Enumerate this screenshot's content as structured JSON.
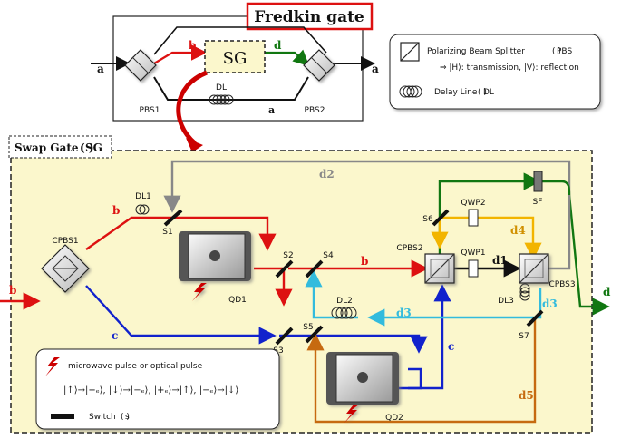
{
  "title": "Fredkin gate",
  "top": {
    "sg": "SG",
    "pbs1": "PBS1",
    "pbs2": "PBS2",
    "dl": "DL",
    "in_a": "a",
    "out_a": "a",
    "b": "b",
    "d": "d",
    "a_lower": "a"
  },
  "legend_top": {
    "pbs_title": "Polarizing Beam Splitter",
    "pbs_abbr": "PBS",
    "pbs_desc": "⇒ |H⟩: transmission, |V⟩: reflection",
    "dl_title": "Delay Line",
    "dl_abbr": "DL"
  },
  "swap": {
    "title": "Swap Gate",
    "abbr": "SG",
    "cpbs1": "CPBS1",
    "cpbs2": "CPBS2",
    "cpbs3": "CPBS3",
    "dl1": "DL1",
    "dl2": "DL2",
    "dl3": "DL3",
    "qd1": "QD1",
    "qd2": "QD2",
    "qwp1": "QWP1",
    "qwp2": "QWP2",
    "sf": "SF",
    "s1": "S1",
    "s2": "S2",
    "s3": "S3",
    "s4": "S4",
    "s5": "S5",
    "s6": "S6",
    "s7": "S7",
    "b_in": "b",
    "b1": "b",
    "b2": "b",
    "c1": "c",
    "c2": "c",
    "d_out": "d",
    "d1": "d1",
    "d2": "d2",
    "d3a": "d3",
    "d3b": "d3",
    "d4": "d4",
    "d5": "d5"
  },
  "legend_bottom": {
    "pulse": "microwave pulse  or  optical pulse",
    "mapping": "|↑⟩→|+ₑ⟩,  |↓⟩→|−ₑ⟩,  |+ₑ⟩→|↑⟩,  |−ₑ⟩→|↓⟩",
    "switch": "Switch",
    "switch_abbr": "s"
  },
  "colors": {
    "red": "#dd1111",
    "blue": "#1122cc",
    "green": "#117711",
    "grey": "#888888",
    "cyan": "#33bbdd",
    "yellow": "#f2b400",
    "orange": "#c66a10",
    "panel": "#fbf7cc"
  }
}
